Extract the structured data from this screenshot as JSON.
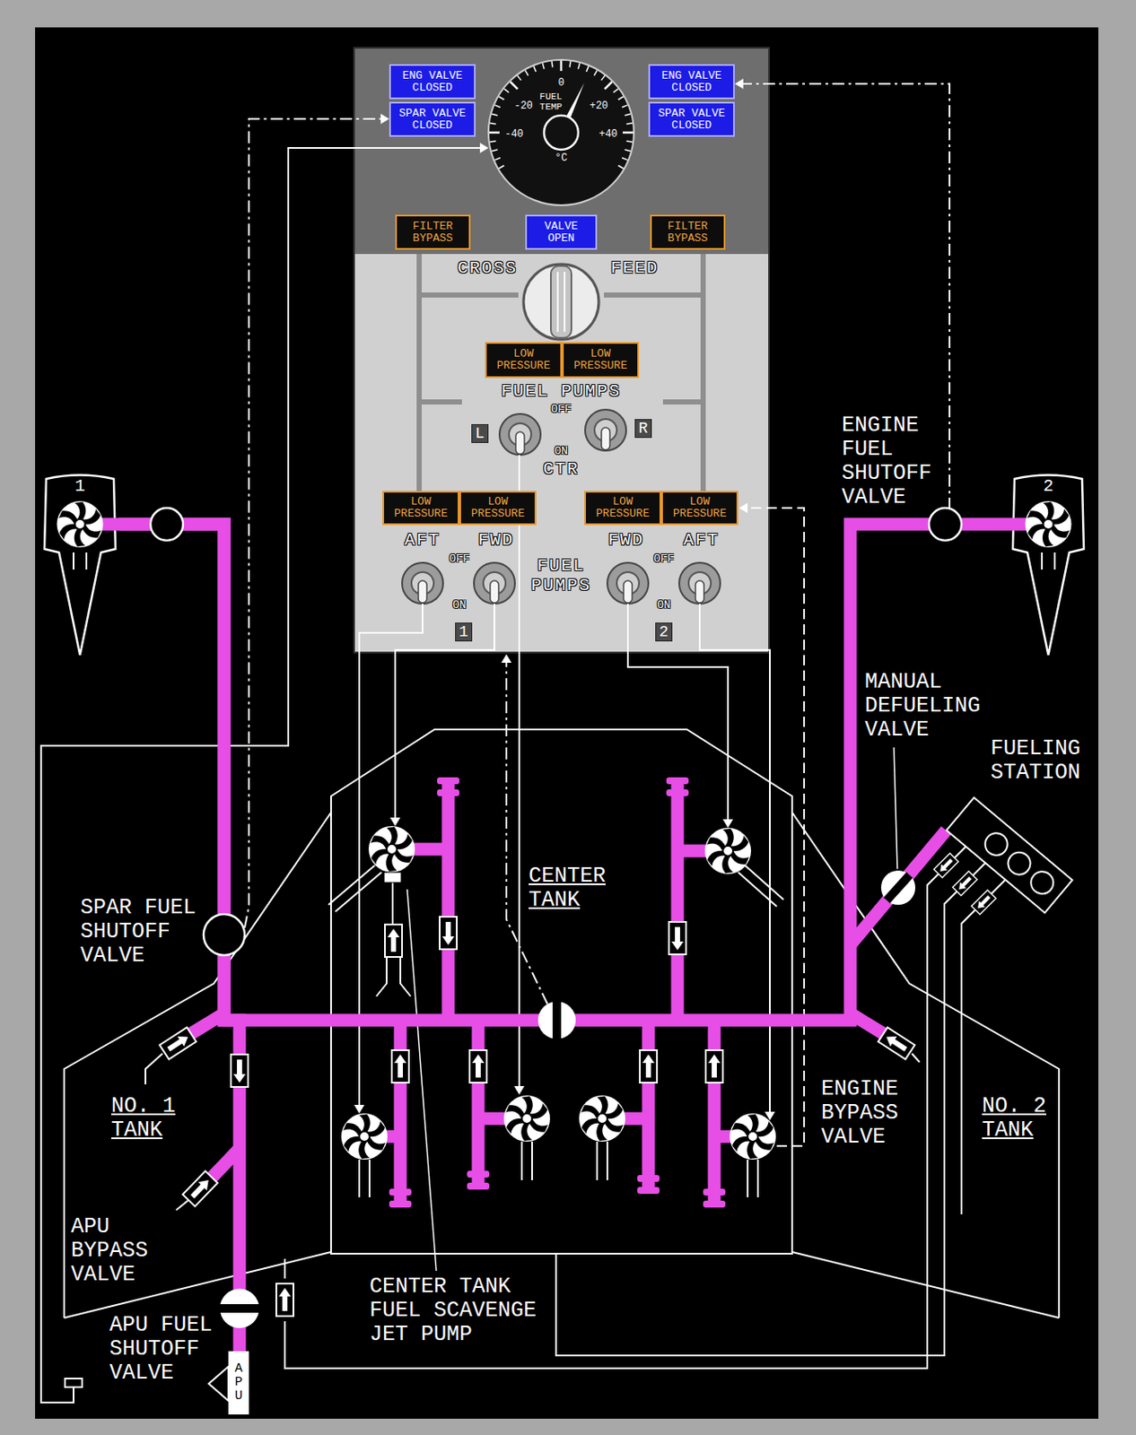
{
  "diagram": {
    "nodes": [
      {
        "text": [
          "ENG VALVE CLOSED"
        ]
      },
      {
        "text": [
          "SPAR VALVE CLOSED"
        ]
      },
      {
        "text": [
          "FUEL TEMP",
          "°C",
          "-40",
          "-20",
          "0",
          "+20",
          "+40"
        ]
      },
      {
        "text": [
          "ENG VALVE CLOSED"
        ]
      },
      {
        "text": [
          "SPAR VALVE CLOSED"
        ]
      },
      {
        "text": [
          "FILTER BYPASS"
        ]
      },
      {
        "text": [
          "VALVE OPEN"
        ]
      },
      {
        "text": [
          "FILTER BYPASS"
        ]
      },
      {
        "text": [
          "LOW PRESSURE"
        ]
      },
      {
        "text": [
          "LOW PRESSURE"
        ]
      },
      {
        "text": [
          "LOW PRESSURE"
        ]
      },
      {
        "text": [
          "LOW PRESSURE"
        ]
      },
      {
        "text": [
          "LOW PRESSURE"
        ]
      },
      {
        "text": [
          "LOW PRESSURE"
        ]
      },
      {
        "text": [
          "1"
        ]
      },
      {
        "text": [
          "2"
        ]
      },
      {
        "text": [
          "APU"
        ]
      }
    ],
    "edges": [
      {
        "from": 14,
        "to": 15,
        "arrow": "none"
      },
      {
        "from": 14,
        "to": 16,
        "arrow": "none"
      }
    ],
    "labels": [
      "CROSS",
      "FEED",
      "FUEL PUMPS",
      "OFF",
      "L",
      "R",
      "ON",
      "CTR",
      "AFT",
      "FWD",
      "OFF",
      "FWD",
      "AFT",
      "OFF",
      "FUEL PUMPS",
      "ON",
      "ON",
      "1",
      "2",
      "ENGINE FUEL SHUTOFF VALVE",
      "MANUAL DEFUELING VALVE",
      "FUELING STATION",
      "CENTER TANK",
      "SPAR FUEL SHUTOFF VALVE",
      "NO. 1 TANK",
      "NO. 2 TANK",
      "ENGINE BYPASS VALVE",
      "APU BYPASS VALVE",
      "APU FUEL SHUTOFF VALVE",
      "CENTER TANK FUEL SCAVENGE JET PUMP"
    ]
  }
}
